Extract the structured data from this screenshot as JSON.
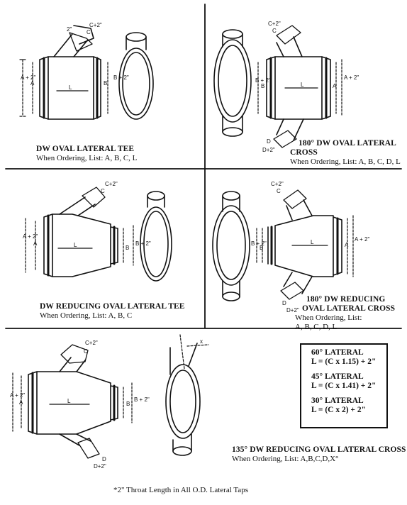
{
  "captions": {
    "oval_lateral_tee": {
      "title": "DW OVAL LATERAL TEE",
      "ordering": "When Ordering, List: A, B, C, L"
    },
    "oval_lateral_cross": {
      "title_line1": "180° DW OVAL LATERAL",
      "title_line2": "CROSS",
      "ordering": "When Ordering, List: A, B, C, D, L"
    },
    "reducing_oval_lateral_tee": {
      "title": "DW REDUCING OVAL LATERAL TEE",
      "ordering": "When Ordering, List: A, B, C"
    },
    "reducing_oval_lateral_cross": {
      "title_line1": "180° DW REDUCING",
      "title_line2": "OVAL LATERAL CROSS",
      "ordering_line1": "When Ordering, List:",
      "ordering_line2": "A, B, C, D, L"
    },
    "reducing_oval_lateral_cross_135": {
      "title": "135° DW REDUCING OVAL LATERAL CROSS",
      "ordering": "When Ordering, List: A,B,C,D,X°"
    }
  },
  "formulas": [
    {
      "heading": "60° LATERAL",
      "expr": "L = (C x 1.15) + 2\""
    },
    {
      "heading": "45° LATERAL",
      "expr": "L = (C x 1.41) + 2\""
    },
    {
      "heading": "30° LATERAL",
      "expr": "L = (C x 2) + 2\""
    }
  ],
  "dimension_labels": {
    "a": "A",
    "a_plus_2": "A + 2\"",
    "b": "B",
    "b_plus_2": "B + 2\"",
    "c": "C",
    "c_plus_2": "C+2\"",
    "d": "D",
    "d_plus_2": "D+2\"",
    "l": "L",
    "two_in": "2\"",
    "x": "x"
  },
  "footnote": "*2\" Throat Length in All O.D. Lateral Taps"
}
